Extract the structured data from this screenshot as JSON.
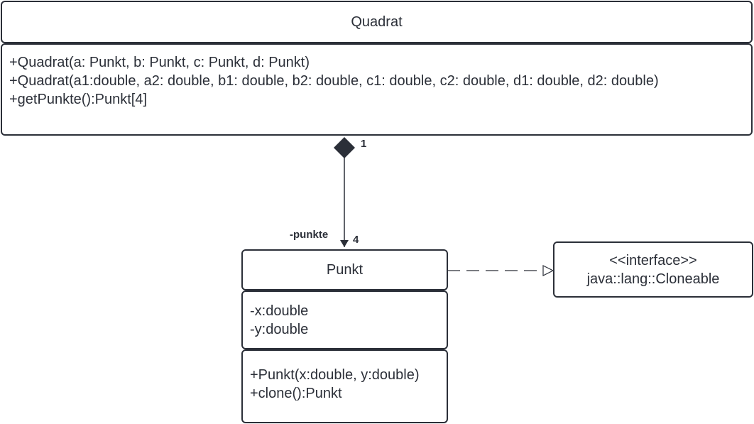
{
  "quadrat": {
    "name": "Quadrat",
    "operations": [
      "+Quadrat(a: Punkt, b: Punkt, c: Punkt, d: Punkt)",
      "+Quadrat(a1:double, a2: double, b1: double, b2: double, c1: double, c2: double, d1: double, d2: double)",
      "+getPunkte():Punkt[4]"
    ]
  },
  "punkt": {
    "name": "Punkt",
    "attributes": [
      "-x:double",
      "-y:double"
    ],
    "operations": [
      "+Punkt(x:double, y:double)",
      "+clone():Punkt"
    ]
  },
  "cloneable": {
    "stereotype": "<<interface>>",
    "name": "java::lang::Cloneable"
  },
  "composition": {
    "source_multiplicity": "1",
    "target_role": "-punkte",
    "target_multiplicity": "4"
  },
  "colors": {
    "stroke": "#2b2f38",
    "background": "#ffffff"
  }
}
